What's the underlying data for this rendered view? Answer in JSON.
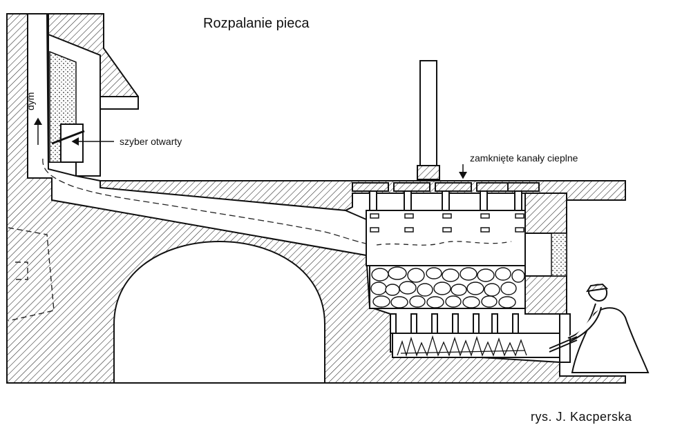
{
  "title": "Rozpalanie pieca",
  "labels": {
    "smoke": "dym",
    "damper": "szyber otwarty",
    "channels": "zamknięte kanały cieplne"
  },
  "credit": "rys. J. Kacperska",
  "colors": {
    "ink": "#111111",
    "paper": "#ffffff"
  }
}
